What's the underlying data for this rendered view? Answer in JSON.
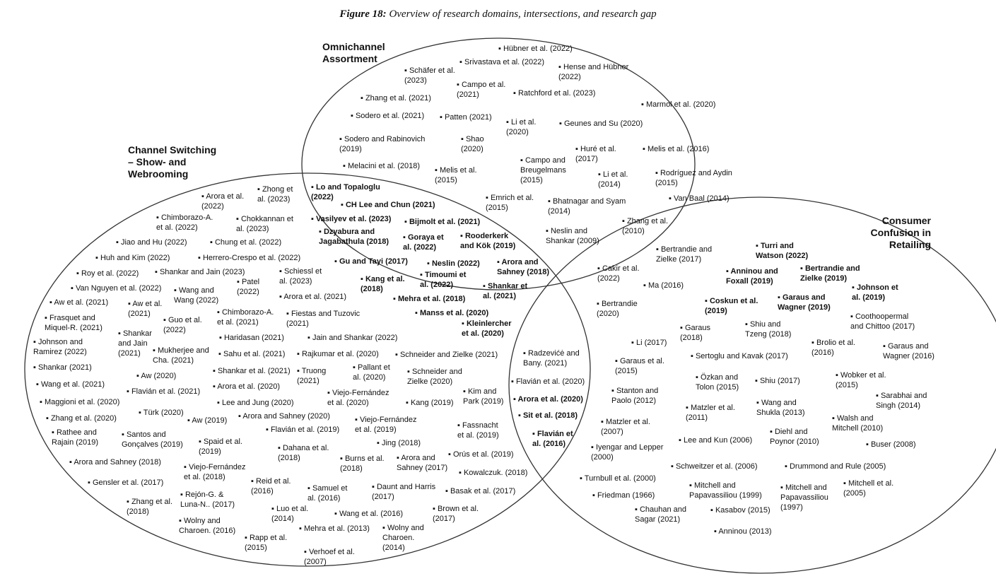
{
  "figure": {
    "title_prefix": "Figure 18:",
    "title_text": " Overview of research domains, intersections, and research gap"
  },
  "regions": {
    "omni": "Omnichannel\nAssortment",
    "channel": "Channel Switching\n– Show- and\nWebrooming",
    "confusion": "Consumer\nConfusion in\nRetailing"
  },
  "refs": [
    "▪ Hübner et al. (2022)",
    "▪ Srivastava et al. (2022)",
    "▪ Hense and Hübner\n(2022)",
    "▪ Schäfer et al.\n(2023)",
    "▪ Campo et al.\n(2021)",
    "▪ Ratchford et al. (2023)",
    "▪ Zhang et al. (2021)",
    "▪ Marmol et al. (2020)",
    "▪ Sodero et al. (2021)",
    "▪ Patten (2021)",
    "▪ Li et al.\n(2020)",
    "▪ Geunes and Su (2020)",
    "▪ Sodero and Rabinovich\n(2019)",
    "▪ Shao\n(2020)",
    "▪ Huré et al.\n(2017)",
    "▪ Melis et al. (2016)",
    "▪ Campo and\nBreugelmans\n(2015)",
    "▪ Melacini et al. (2018)",
    "▪ Melis et al.\n(2015)",
    "▪ Li et al.\n(2014)",
    "▪ Rodríguez and Aydin\n(2015)",
    "▪ Emrich et al.\n(2015)",
    "▪ Bhatnagar and Syam\n(2014)",
    "▪ Van Baal (2014)",
    "▪ Zhang et al.\n(2010)",
    "▪ Neslin and\nShankar (2009)",
    "▪ Lo and Topaloglu\n(2022)",
    "▪ CH Lee and Chun (2021)",
    "▪ Vasilyev et al. (2023)",
    "▪ Bijmolt et al. (2021)",
    "▪ Dzyabura and\nJagabathula (2018)",
    "▪ Goraya et\nal. (2022)",
    "▪ Rooderkerk\nand Kök (2019)",
    "▪ Gu and Tayi (2017)",
    "▪ Neslin (2022)",
    "▪ Arora and\nSahney (2018)",
    "▪ Kang et al.\n(2018)",
    "▪ Timoumi et\nal. (2022)",
    "▪ Shankar et\nal. (2021)",
    "▪ Mehra et al. (2018)",
    "▪ Manss et al. (2020)",
    "▪ Kleinlercher\net al. (2020)",
    "▪ Arora et al.\n(2022)",
    "▪ Zhong et\nal. (2023)",
    "▪ Chimborazo-A.\net al. (2022)",
    "▪ Chokkannan et\nal. (2023)",
    "▪ Jiao and Hu (2022)",
    "▪ Chung et al. (2022)",
    "▪ Huh and Kim (2022)",
    "▪ Herrero-Crespo et al. (2022)",
    "▪ Roy et al. (2022)",
    "▪ Shankar and Jain (2023)",
    "▪ Schiessl et\nal. (2023)",
    "▪ Van Nguyen et al. (2022)",
    "▪ Wang and\nWang (2022)",
    "▪ Patel\n(2022)",
    "▪ Aw et al. (2021)",
    "▪ Aw et al.\n(2021)",
    "▪ Arora et al. (2021)",
    "▪ Frasquet and\nMiquel-R. (2021)",
    "▪ Guo et al.\n(2022)",
    "▪ Chimborazo-A.\net al. (2021)",
    "▪ Fiestas and Tuzovic\n(2021)",
    "▪ Johnson and\nRamirez (2022)",
    "▪ Shankar\nand Jain\n(2021)",
    "▪ Haridasan (2021)",
    "▪ Jain and Shankar (2022)",
    "▪ Mukherjee and\nCha. (2021)",
    "▪ Sahu et al. (2021)",
    "▪ Rajkumar et al. (2020)",
    "▪ Schneider and Zielke (2021)",
    "▪ Shankar (2021)",
    "▪ Shankar et al. (2021)",
    "▪ Truong\n(2021)",
    "▪ Pallant et\nal. (2020)",
    "▪ Aw (2020)",
    "▪ Schneider and\nZielke (2020)",
    "▪ Wang et al. (2021)",
    "▪ Arora et al. (2020)",
    "▪ Flavián et al. (2021)",
    "▪ Viejo-Fernández\net al. (2020)",
    "▪ Kim and\nPark (2019)",
    "▪ Maggioni et al. (2020)",
    "▪ Lee and Jung (2020)",
    "▪ Kang (2019)",
    "▪ Türk (2020)",
    "▪ Arora and Sahney (2020)",
    "▪ Zhang et al. (2020)",
    "▪ Aw (2019)",
    "▪ Viejo-Fernández\net al. (2019)",
    "▪ Flavián et al. (2019)",
    "▪ Fassnacht\net al. (2019)",
    "▪ Rathee and\nRajain (2019)",
    "▪ Santos and\nGonçalves (2019)",
    "▪ Spaid et al.\n(2019)",
    "▪ Jing (2018)",
    "▪ Dahana et al.\n(2018)",
    "▪ Orús et al. (2019)",
    "▪ Burns et al.\n(2018)",
    "▪ Arora and\nSahney (2017)",
    "▪ Arora and Sahney (2018)",
    "▪ Viejo-Fernández\net al. (2018)",
    "▪ Kowalczuk. (2018)",
    "▪ Gensler et al. (2017)",
    "▪ Reid et al.\n(2016)",
    "▪ Samuel et\nal. (2016)",
    "▪ Daunt and Harris\n(2017)",
    "▪ Basak et al. (2017)",
    "▪ Rejón-G. &\nLuna-N.. (2017)",
    "▪ Zhang et al.\n(2018)",
    "▪ Luo et al.\n(2014)",
    "▪ Wang et al. (2016)",
    "▪ Brown et al.\n(2017)",
    "▪ Wolny and\nCharoen. (2016)",
    "▪ Mehra et al. (2013)",
    "▪ Wolny and\nCharoen.\n(2014)",
    "▪ Rapp et al.\n(2015)",
    "▪ Verhoef et al.\n(2007)",
    "▪ Bertrandie and\nZielke (2017)",
    "▪ Cakir et al.\n(2022)",
    "▪ Ma (2016)",
    "▪ Bertrandie\n(2020)",
    "▪ Radzevićė and\nBany. (2021)",
    "▪ Flavián et al. (2020)",
    "▪ Arora et al. (2020)",
    "▪ Sit et al. (2018)",
    "▪ Flavián et\nal. (2016)",
    "▪ Turri and\nWatson (2022)",
    "▪ Anninou and\nFoxall (2019)",
    "▪ Bertrandie and\nZielke (2019)",
    "▪ Johnson et\nal. (2019)",
    "▪ Coskun et al.\n(2019)",
    "▪ Garaus and\nWagner (2019)",
    "▪ Coothoopermal\nand Chittoo (2017)",
    "▪ Garaus\n(2018)",
    "▪ Shiu and\nTzeng (2018)",
    "▪ Li (2017)",
    "▪ Brolio et al.\n(2016)",
    "▪ Garaus and\nWagner (2016)",
    "▪ Garaus et al.\n(2015)",
    "▪ Sertoglu and Kavak (2017)",
    "▪ Özkan and\nTolon (2015)",
    "▪ Shiu (2017)",
    "▪ Wobker et al.\n(2015)",
    "▪ Stanton and\nPaolo (2012)",
    "▪ Sarabhai and\nSingh (2014)",
    "▪ Matzler et al.\n(2011)",
    "▪ Wang and\nShukla (2013)",
    "▪ Matzler et al.\n(2007)",
    "▪ Walsh and\nMitchell (2010)",
    "▪ Diehl and\nPoynor (2010)",
    "▪ Lee and Kun (2006)",
    "▪ Buser (2008)",
    "▪ Iyengar and Lepper\n(2000)",
    "▪ Schweitzer et al. (2006)",
    "▪ Drummond and Rule (2005)",
    "▪ Turnbull et al. (2000)",
    "▪ Mitchell et al.\n(2005)",
    "▪ Mitchell and\nPapavassiliou (1999)",
    "▪ Mitchell and\nPapavassiliou\n(1997)",
    "▪ Friedman (1966)",
    "▪ Chauhan and\nSagar (2021)",
    "▪ Kasabov (2015)",
    "▪ Anninou (2013)"
  ]
}
